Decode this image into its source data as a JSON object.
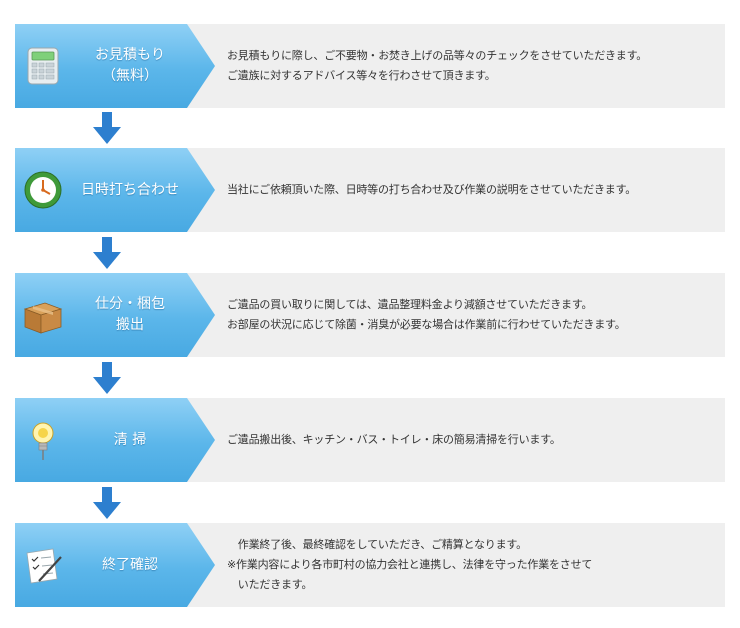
{
  "colors": {
    "label_gradient_top": "#8fd0f5",
    "label_gradient_bottom": "#48a9e2",
    "desc_bg": "#efefef",
    "arrow": "#2d7fcf",
    "text": "#333333"
  },
  "steps": [
    {
      "icon": "calculator-icon",
      "title_lines": [
        "お見積もり",
        "（無料）"
      ],
      "desc_lines": [
        "お見積もりに際し、ご不要物・お焚き上げの品等々のチェックをさせていただきます。",
        "ご遺族に対するアドバイス等々を行わさせて頂きます。"
      ]
    },
    {
      "icon": "clock-icon",
      "title_lines": [
        "日時打ち合わせ"
      ],
      "desc_lines": [
        "当社にご依頼頂いた際、日時等の打ち合わせ及び作業の説明をさせていただきます。"
      ]
    },
    {
      "icon": "cardboard-box-icon",
      "title_lines": [
        "仕分・梱包",
        "搬出"
      ],
      "desc_lines": [
        "ご遺品の買い取りに関しては、遺品整理料金より減額させていただきます。",
        "お部屋の状況に応じて除菌・消臭が必要な場合は作業前に行わせていただきます。"
      ]
    },
    {
      "icon": "light-bulb-icon",
      "title_lines": [
        "清 掃"
      ],
      "desc_lines": [
        "ご遺品搬出後、キッチン・バス・トイレ・床の簡易清掃を行います。"
      ]
    },
    {
      "icon": "checklist-pen-icon",
      "title_lines": [
        "終了確認"
      ],
      "desc_lines": [
        "　作業終了後、最終確認をしていただき、ご精算となります。",
        "※作業内容により各市町村の協力会社と連携し、法律を守った作業をさせて",
        "　いただきます。"
      ]
    }
  ]
}
